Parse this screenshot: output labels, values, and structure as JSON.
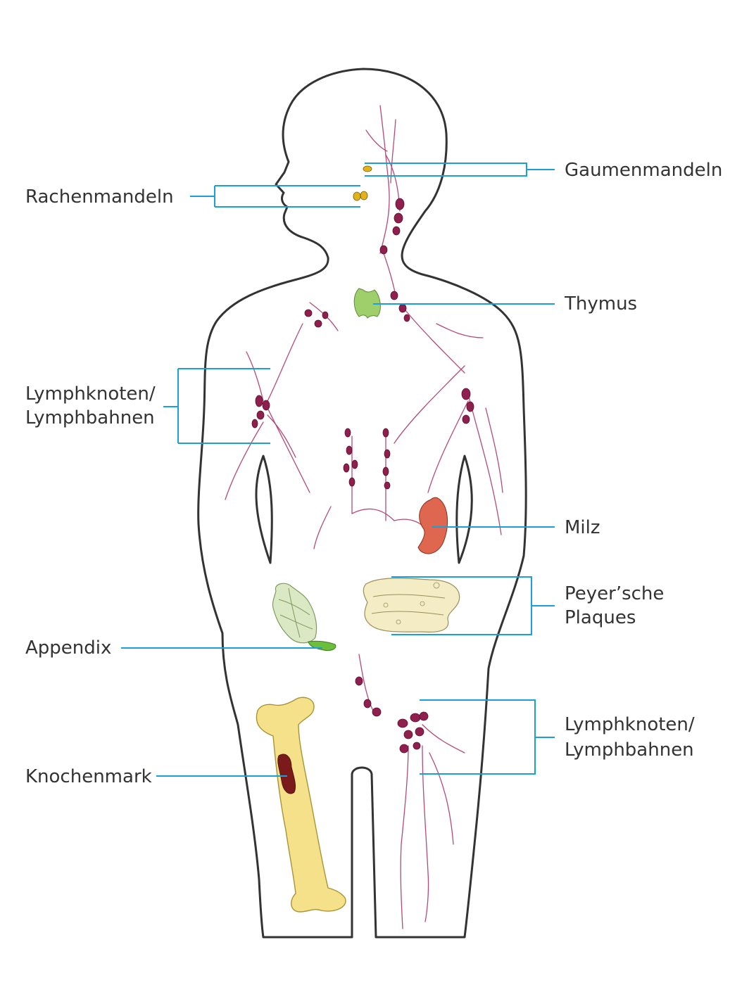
{
  "colors": {
    "leader": "#1aa0d8",
    "outline": "#333333",
    "vessel": "#b54a78",
    "node": "#8e1f4f",
    "thymus": "#9fcf6a",
    "spleen": "#e0674f",
    "bone": "#f5e18a",
    "marrow": "#7a1a1a",
    "tonsil": "#e0b21c",
    "appendix": "#6cbf3c",
    "intestine": "#f3ecc5",
    "cecum": "#dbe8c4"
  },
  "labels": {
    "gaumenmandeln": "Gaumenmandeln",
    "rachenmandeln": "Rachenmandeln",
    "thymus": "Thymus",
    "lymph_upper_line1": "Lymphknoten/",
    "lymph_upper_line2": "Lymphbahnen",
    "milz": "Milz",
    "peyer_line1": "Peyer’sche",
    "peyer_line2": "Plaques",
    "appendix": "Appendix",
    "lymph_lower_line1": "Lymphknoten/",
    "lymph_lower_line2": "Lymphbahnen",
    "knochenmark": "Knochenmark"
  },
  "icons": {
    "body": "human-body-outline-icon",
    "thymus": "thymus-organ-icon",
    "spleen": "spleen-organ-icon",
    "bone": "femur-bone-icon",
    "intestine": "small-intestine-icon",
    "appendix": "appendix-organ-icon",
    "tonsils": "tonsil-organ-icon"
  }
}
